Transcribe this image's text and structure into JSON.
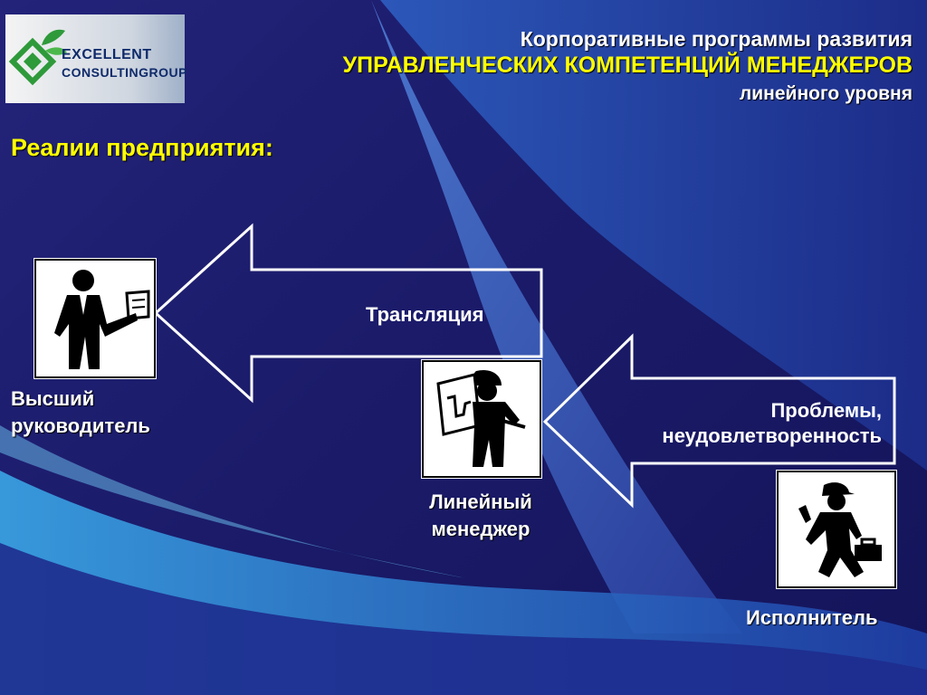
{
  "logo": {
    "line1": "EXCELLENT",
    "line2": "CONSULTINGROUP"
  },
  "header": {
    "line1": "Корпоративные программы развития",
    "line2": "УПРАВЛЕНЧЕСКИХ КОМПЕТЕНЦИЙ МЕНЕДЖЕРОВ",
    "line3": "линейного уровня"
  },
  "section_title": "Реалии предприятия:",
  "roles": {
    "top_manager": {
      "line1": "Высший",
      "line2": "руководитель",
      "icon": "executive-presenting-icon"
    },
    "line_manager": {
      "line1": "Линейный",
      "line2": "менеджер",
      "icon": "foreman-with-blueprint-icon"
    },
    "executor": {
      "line1": "Исполнитель",
      "icon": "worker-with-toolbox-icon"
    }
  },
  "arrows": {
    "translation": {
      "label": "Трансляция"
    },
    "problems": {
      "line1": "Проблемы,",
      "line2": "неудовлетворенность"
    }
  },
  "colors": {
    "background": "#1b1b6a",
    "accent_yellow": "#ffff00",
    "text": "#ffffff",
    "logo_green": "#2e9a3a"
  }
}
